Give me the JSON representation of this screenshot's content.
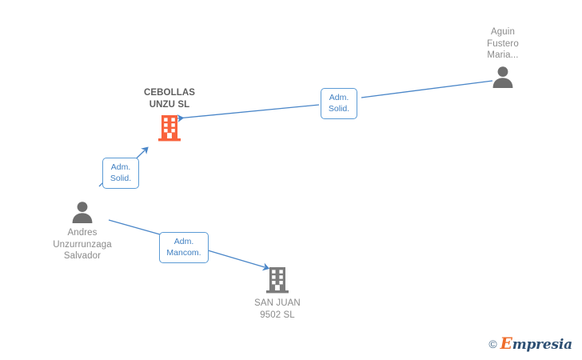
{
  "diagram": {
    "type": "corporate-relationship-graph",
    "nodes": [
      {
        "id": "cebollas-unzu-sl",
        "kind": "company",
        "label": "CEBOLLAS\nUNZU SL",
        "icon": "building-icon",
        "color": "#f9623c",
        "label_position": "above"
      },
      {
        "id": "aguin-fustero-maria",
        "kind": "person",
        "label": "Aguin\nFustero\nMaria...",
        "icon": "person-icon",
        "color": "#6e6e6e",
        "label_position": "above"
      },
      {
        "id": "andres-unzurrunzaga-salvador",
        "kind": "person",
        "label": "Andres\nUnzurrunzaga\nSalvador",
        "icon": "person-icon",
        "color": "#6e6e6e",
        "label_position": "below"
      },
      {
        "id": "san-juan-9502-sl",
        "kind": "company",
        "label": "SAN JUAN\n9502  SL",
        "icon": "building-icon",
        "color": "#7c7c7c",
        "label_position": "below"
      }
    ],
    "edges": [
      {
        "id": "edge-aguin-to-cebollas",
        "from": "aguin-fustero-maria",
        "to": "cebollas-unzu-sl",
        "label": "Adm.\nSolid.",
        "color": "#4a86c8"
      },
      {
        "id": "edge-andres-to-cebollas",
        "from": "andres-unzurrunzaga-salvador",
        "to": "cebollas-unzu-sl",
        "label": "Adm.\nSolid.",
        "color": "#4a86c8"
      },
      {
        "id": "edge-andres-to-sanjuan",
        "from": "andres-unzurrunzaga-salvador",
        "to": "san-juan-9502-sl",
        "label": "Adm.\nMancom.",
        "color": "#4a86c8"
      }
    ]
  },
  "watermark": {
    "copyright_symbol": "©",
    "brand_initial": "E",
    "brand_rest": "mpresia"
  },
  "colors": {
    "background": "#ffffff",
    "edge": "#4a86c8",
    "label_border": "#5b9bd5",
    "label_text": "#3f7fc1",
    "company_highlight": "#f9623c",
    "company_neutral": "#7c7c7c",
    "person": "#6e6e6e",
    "node_text": "#8a8a8a",
    "main_node_text": "#5e5e5e"
  }
}
